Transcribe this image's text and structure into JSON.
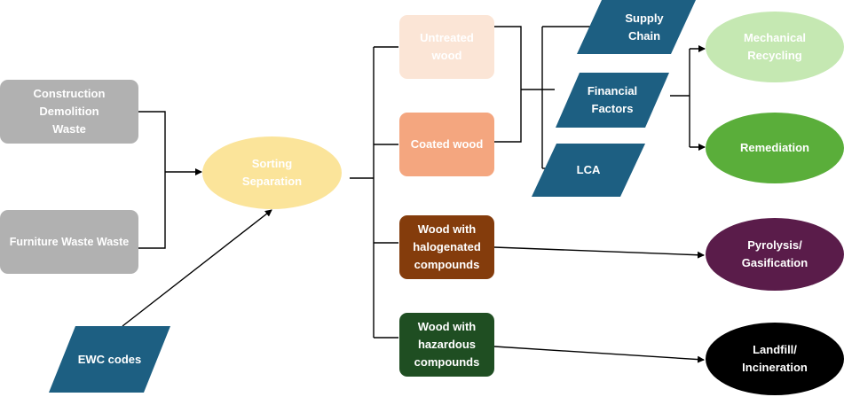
{
  "colors": {
    "grey": "#b1b1b1",
    "sorting": "#fbe49a",
    "untreated": "#fbe5d6",
    "coated": "#f4a67f",
    "halogenated": "#843c0c",
    "hazardous": "#1f4e22",
    "parallelogram": "#1d5f82",
    "light_green": "#c5e8b2",
    "green": "#5aae3a",
    "purple": "#5a1c4a",
    "black": "#000000",
    "line": "#000000"
  },
  "nodes": {
    "construction": "Construction\nDemolition\nWaste",
    "furniture": "Furniture Waste Waste",
    "ewc": "EWC codes",
    "sorting": "Sorting\nSeparation",
    "untreated": "Untreated\nwood",
    "coated": "Coated wood",
    "halogenated": "Wood with\nhalogenated\ncompounds",
    "hazardous": "Wood with\nhazardous\ncompounds",
    "supply_chain": "Supply\nChain",
    "financial": "Financial\nFactors",
    "lca": "LCA",
    "mechanical": "Mechanical\nRecycling",
    "remediation": "Remediation",
    "pyrolysis": "Pyrolysis/\nGasification",
    "landfill": "Landfill/\nIncineration"
  }
}
